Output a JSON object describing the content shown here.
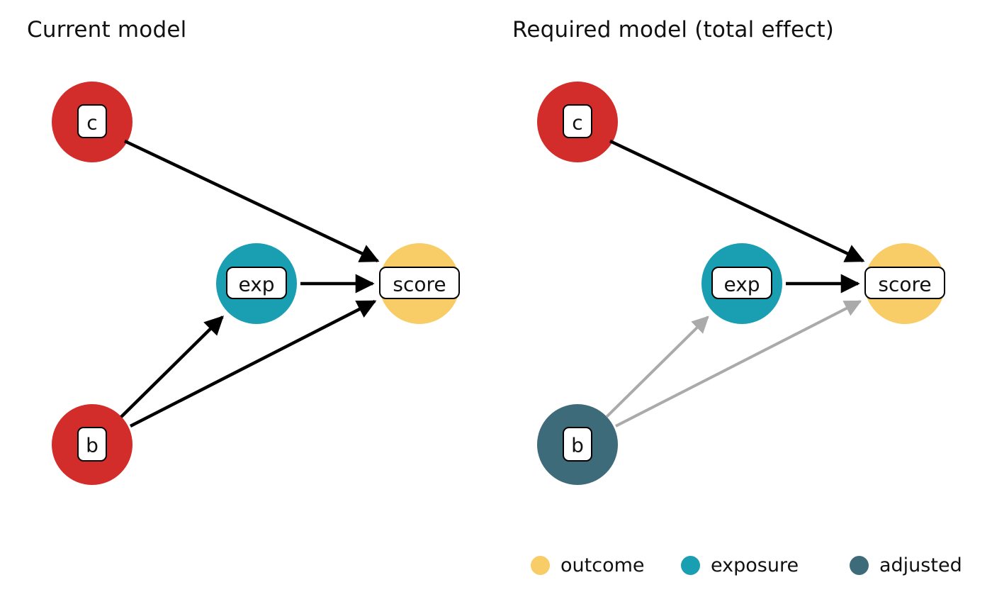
{
  "panels": [
    {
      "title": "Current model",
      "nodes": [
        {
          "label": "c",
          "role": "plain"
        },
        {
          "label": "b",
          "role": "plain"
        },
        {
          "label": "exp",
          "role": "exposure"
        },
        {
          "label": "score",
          "role": "outcome"
        }
      ],
      "edges": [
        {
          "from": "c",
          "to": "score",
          "style": "solid-black"
        },
        {
          "from": "exp",
          "to": "score",
          "style": "solid-black"
        },
        {
          "from": "b",
          "to": "exp",
          "style": "solid-black"
        },
        {
          "from": "b",
          "to": "score",
          "style": "solid-black"
        }
      ]
    },
    {
      "title": "Required model (total effect)",
      "nodes": [
        {
          "label": "c",
          "role": "plain"
        },
        {
          "label": "b",
          "role": "adjusted"
        },
        {
          "label": "exp",
          "role": "exposure"
        },
        {
          "label": "score",
          "role": "outcome"
        }
      ],
      "edges": [
        {
          "from": "c",
          "to": "score",
          "style": "solid-black"
        },
        {
          "from": "exp",
          "to": "score",
          "style": "solid-black"
        },
        {
          "from": "b",
          "to": "exp",
          "style": "solid-gray"
        },
        {
          "from": "b",
          "to": "score",
          "style": "solid-gray"
        }
      ]
    }
  ],
  "legend": {
    "items": [
      {
        "label": "outcome",
        "color": "#F8CC66"
      },
      {
        "label": "exposure",
        "color": "#1A9EB2"
      },
      {
        "label": "adjusted",
        "color": "#3E6B7A"
      }
    ]
  },
  "colors": {
    "plain_node": "#D22D2A",
    "exposure_node": "#1A9EB2",
    "outcome_node": "#F8CC66",
    "adjusted_node": "#3E6B7A",
    "edge_black": "#000000",
    "edge_gray": "#AAAAAA",
    "label_box_fill": "#FFFFFF",
    "label_box_border": "#000000"
  },
  "chart_data": {
    "type": "table",
    "title": "DAG comparison: Current model vs Required model (total effect)",
    "panels": [
      {
        "title": "Current model",
        "nodes": [
          "c",
          "b",
          "exp",
          "score"
        ],
        "edges": [
          "c -> score",
          "exp -> score",
          "b -> exp",
          "b -> score"
        ],
        "node_status": {
          "c": "plain",
          "b": "plain",
          "exp": "exposure",
          "score": "outcome"
        }
      },
      {
        "title": "Required model (total effect)",
        "nodes": [
          "c",
          "b",
          "exp",
          "score"
        ],
        "edges": [
          "c -> score",
          "exp -> score",
          "b -> exp (de-emphasized)",
          "b -> score (de-emphasized)"
        ],
        "node_status": {
          "c": "plain",
          "b": "adjusted",
          "exp": "exposure",
          "score": "outcome"
        }
      }
    ],
    "legend": [
      "outcome",
      "exposure",
      "adjusted"
    ]
  }
}
